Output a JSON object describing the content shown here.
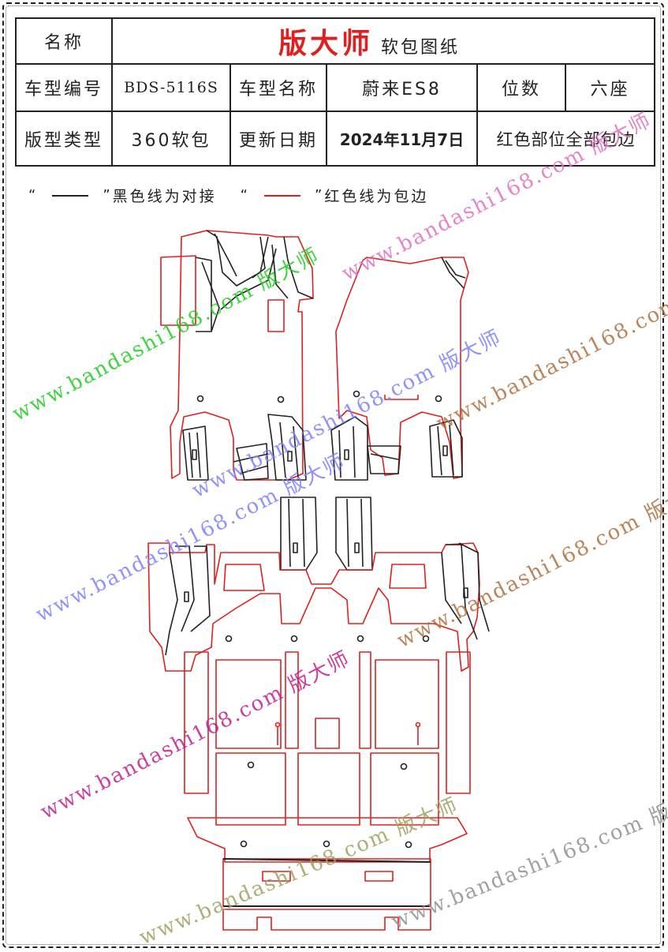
{
  "header": {
    "name_label": "名称",
    "brand": "版大师",
    "brand_sub": "软包图纸",
    "model_code_label": "车型编号",
    "model_code": "BDS-5116S",
    "model_name_label": "车型名称",
    "model_name": "蔚来ES8",
    "seats_label": "位数",
    "seats": "六座",
    "pattern_type_label": "版型类型",
    "pattern_type": "360软包",
    "update_date_label": "更新日期",
    "update_date": "2024年11月7日",
    "note": "红色部位全部包边"
  },
  "legend": {
    "open_quote": "“",
    "close_quote": "”",
    "black_text": "黑色线为对接",
    "red_text": "红色线为包边"
  },
  "watermark": {
    "text": "www.bandashi168.com 版大师",
    "colors": [
      "#22cc22",
      "#e070c0",
      "#8080ff",
      "#b07040",
      "#c02090",
      "#a0a060",
      "#909090"
    ]
  },
  "colors": {
    "red": "#e0201f",
    "black": "#222222"
  }
}
